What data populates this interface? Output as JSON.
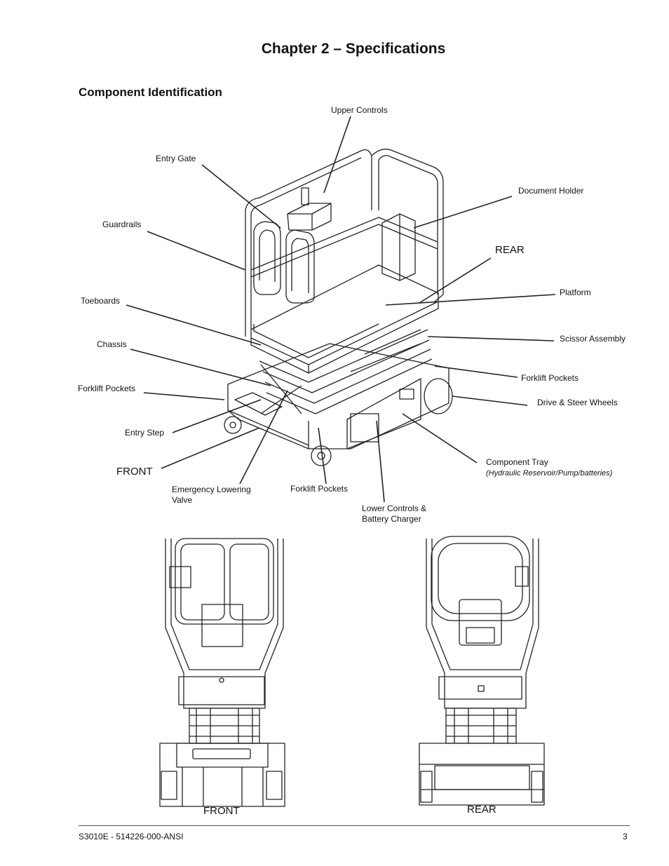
{
  "page": {
    "chapter_title": "Chapter 2 – Specifications",
    "section_title": "Component Identification"
  },
  "callouts": {
    "upper_controls": "Upper Controls",
    "entry_gate": "Entry Gate",
    "document_holder": "Document Holder",
    "guardrails": "Guardrails",
    "rear": "REAR",
    "platform": "Platform",
    "toeboards": "Toeboards",
    "scissor_assembly": "Scissor Assembly",
    "chassis": "Chassis",
    "forklift_pockets_right": "Forklift Pockets",
    "forklift_pockets_left": "Forklift Pockets",
    "drive_steer_wheels": "Drive & Steer Wheels",
    "entry_step": "Entry Step",
    "component_tray": "Component Tray",
    "component_tray_note": "(Hydraulic Reservoir/Pump/batteries)",
    "front": "FRONT",
    "emergency_lowering_line1": "Emergency Lowering",
    "emergency_lowering_line2": "Valve",
    "forklift_pockets_bottom": "Forklift Pockets",
    "lower_controls_line1": "Lower Controls &",
    "lower_controls_line2": "Battery Charger"
  },
  "views": {
    "front_label": "FRONT",
    "rear_label": "REAR"
  },
  "footer": {
    "doc_id": "S3010E - 514226-000-ANSI",
    "page_number": "3"
  }
}
